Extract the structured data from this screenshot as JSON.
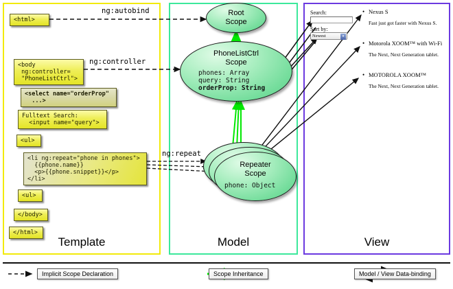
{
  "panels": {
    "template": {
      "title": "Template",
      "border_color": "#f2ea0a"
    },
    "model": {
      "title": "Model",
      "border_color": "#3ce89b"
    },
    "view": {
      "title": "View",
      "border_color": "#6b39e0"
    }
  },
  "template_boxes": [
    {
      "name": "html-open-tag",
      "text": "<html>"
    },
    {
      "name": "body-open-tag",
      "text": "<body\n ng:controller=\n \"PhoneListCtrl\">"
    },
    {
      "name": "select-tag",
      "text": "<select name=\"orderProp\"\n  ...>"
    },
    {
      "name": "fulltext-search",
      "text": "Fulltext Search:\n  <input name=\"query\">"
    },
    {
      "name": "ul-open-tag",
      "text": "<ul>"
    },
    {
      "name": "li-repeat",
      "text": "<li ng:repeat=\"phone in phones\">\n  {{phone.name}}\n  <p>{{phone.snippet}}</p>\n</li>"
    },
    {
      "name": "ul-close-tag",
      "text": "<ul>"
    },
    {
      "name": "body-close-tag",
      "text": "</body>"
    },
    {
      "name": "html-close-tag",
      "text": "</html>"
    }
  ],
  "connectors": {
    "autobind": "ng:autobind",
    "controller": "ng:controller",
    "repeat": "ng:repeat"
  },
  "scopes": {
    "root": {
      "title": "Root\nScope",
      "props": []
    },
    "phonelist": {
      "title": "PhoneListCtrl\nScope",
      "props": [
        {
          "text": "phones: Array",
          "bold": false
        },
        {
          "text": "query: String",
          "bold": false
        },
        {
          "text": "orderProp: String",
          "bold": true
        }
      ]
    },
    "repeater": {
      "title": "Repeater\nScope",
      "props": [
        {
          "text": "phone: Object",
          "bold": false
        }
      ]
    }
  },
  "view": {
    "search_label": "Search:",
    "search_value": "",
    "sort_label": "Sort by:",
    "sort_selected": "Newest",
    "items": [
      {
        "name": "Nexus S",
        "snippet": "Fast just got faster with Nexus S."
      },
      {
        "name": "Motorola XOOM™ with Wi-Fi",
        "snippet": "The Next, Next Generation tablet."
      },
      {
        "name": "MOTOROLA XOOM™",
        "snippet": "The Next, Next Generation tablet."
      }
    ]
  },
  "legend": [
    {
      "name": "implicit-scope-declaration",
      "label": "Implicit Scope Declaration",
      "style": "dashed-arrow",
      "color": "#111111"
    },
    {
      "name": "scope-inheritance",
      "label": "Scope Inheritance",
      "style": "solid-arrow",
      "color": "#00e800"
    },
    {
      "name": "model-view-data-binding",
      "label": "Model / View Data-binding",
      "style": "double-arrow",
      "color": "#111111"
    }
  ]
}
